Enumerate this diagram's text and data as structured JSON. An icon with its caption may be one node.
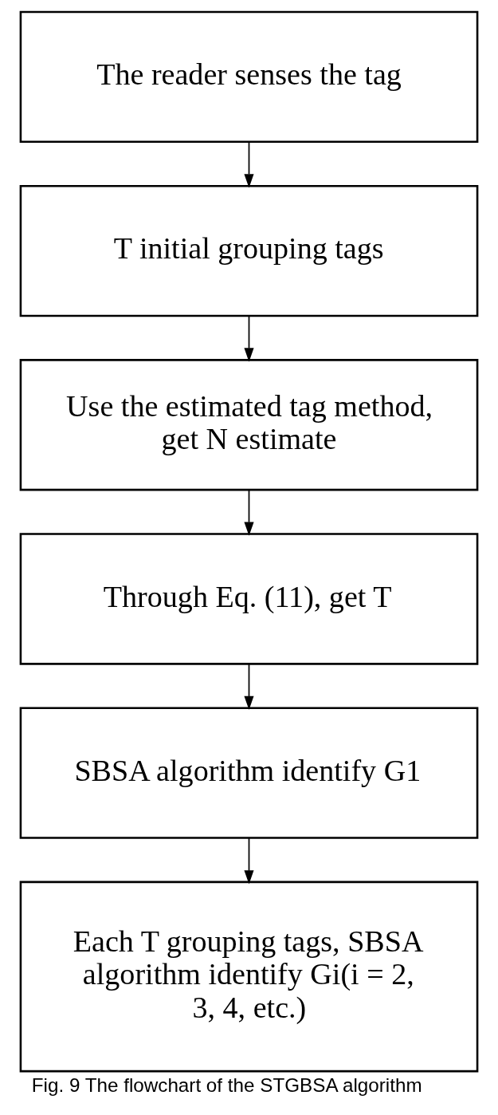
{
  "diagram": {
    "caption": "Fig. 9 The flowchart of the STGBSA algorithm",
    "nodes": [
      {
        "text": [
          "The reader senses the tag"
        ]
      },
      {
        "text": [
          "T initial grouping tags"
        ]
      },
      {
        "text": [
          "Use the estimated tag method, get N estimate"
        ]
      },
      {
        "text": [
          "Through Eq. (11), get T"
        ]
      },
      {
        "text": [
          "SBSA algorithm identify G1"
        ]
      },
      {
        "text": [
          "Each T grouping tags, SBSA algorithm identify Gi(i = 2, 3, 4, etc.)"
        ]
      }
    ],
    "edges": [
      {
        "from": 0,
        "to": 1,
        "arrow": "to"
      },
      {
        "from": 1,
        "to": 2,
        "arrow": "to"
      },
      {
        "from": 2,
        "to": 3,
        "arrow": "to"
      },
      {
        "from": 3,
        "to": 4,
        "arrow": "to"
      },
      {
        "from": 4,
        "to": 5,
        "arrow": "to"
      }
    ]
  }
}
